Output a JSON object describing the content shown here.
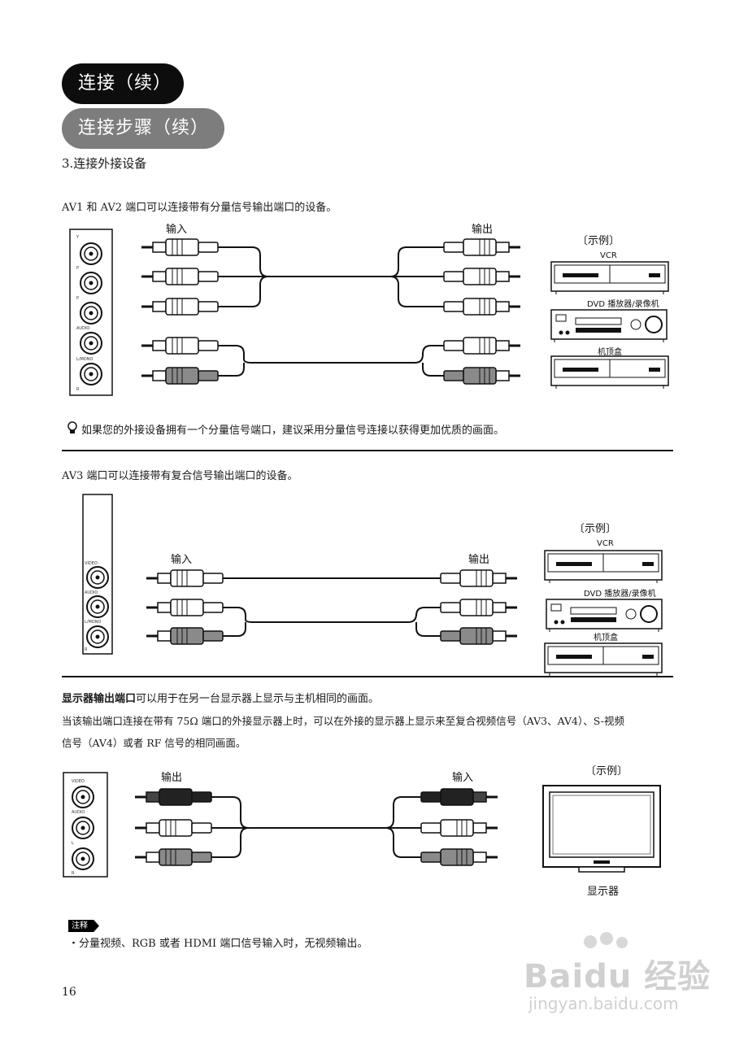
{
  "header": {
    "section_title": "连接（续）",
    "subsection_title": "连接步骤（续）"
  },
  "step_heading": "3.连接外接设备",
  "section_av12": {
    "intro": "AV1 和 AV2 端口可以连接带有分量信号输出端口的设备。",
    "label_in": "输入",
    "label_out": "输出",
    "example_label": "〔示例〕",
    "devices": [
      "VCR",
      "DVD 播放器/录像机",
      "机顶盒"
    ],
    "tip": "如果您的外接设备拥有一个分量信号端口，建议采用分量信号连接以获得更加优质的画面。"
  },
  "section_av3": {
    "intro": "AV3 端口可以连接带有复合信号输出端口的设备。",
    "label_in": "输入",
    "label_out": "输出",
    "example_label": "〔示例〕",
    "devices": [
      "VCR",
      "DVD 播放器/录像机",
      "机顶盒"
    ]
  },
  "section_monitor": {
    "para1_bold": "显示器输出端口",
    "para1_rest": "可以用于在另一台显示器上显示与主机相同的画面。",
    "para2_line1": "当该输出端口连接在带有 75Ω 端口的外接显示器上时，可以在外接的显示器上显示来至复合视频信号（AV3、AV4）、S-视频",
    "para2_line2": "信号（AV4）或者 RF 信号的相同画面。",
    "label_out": "输出",
    "label_in": "输入",
    "example_label": "〔示例〕",
    "device": "显示器"
  },
  "note": {
    "badge": "注释",
    "text": "・分量视频、RGB 或者 HDMI 端口信号输入时，无视频输出。"
  },
  "page_number": "16",
  "watermark": {
    "brand": "Baidu 经验",
    "url": "jingyan.baidu.com"
  },
  "colors": {
    "pill_dark": "#0d0d0d",
    "pill_gray": "#7d7d7d",
    "rule": "#111111"
  }
}
